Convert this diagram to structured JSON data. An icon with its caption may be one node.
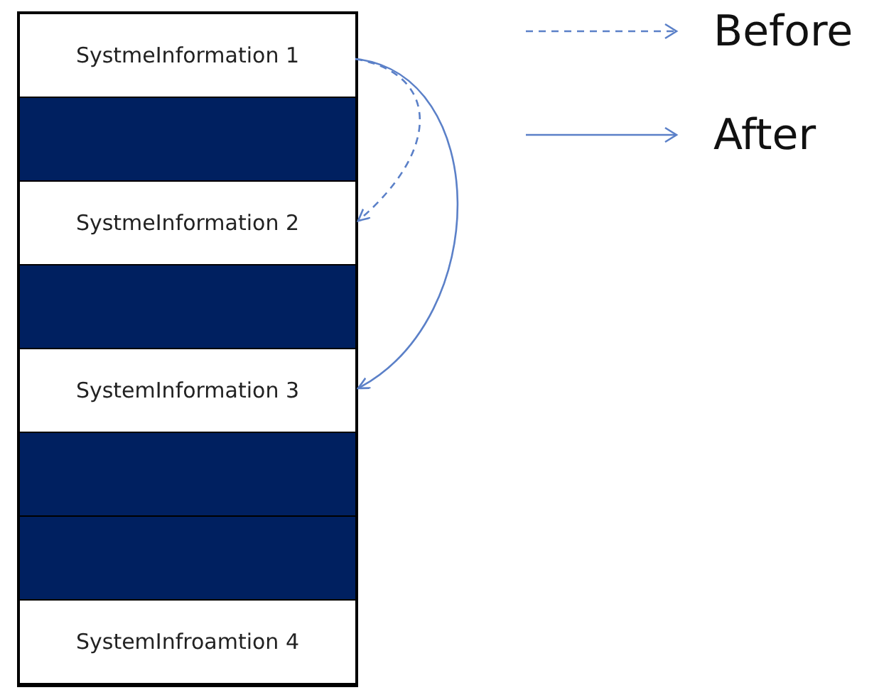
{
  "diagram": {
    "nodes": [
      {
        "text": [
          "SystmeInformation 1"
        ]
      },
      {
        "text": [],
        "shape": "box"
      },
      {
        "text": [
          "SystmeInformation 2"
        ]
      },
      {
        "text": [],
        "shape": "box"
      },
      {
        "text": [
          "SystemInformation 3"
        ]
      },
      {
        "text": [],
        "shape": "box"
      },
      {
        "text": [],
        "shape": "box"
      },
      {
        "text": [
          "SystemInfroamtion 4"
        ]
      }
    ],
    "edges": [
      {
        "from": 0,
        "to": 2,
        "arrow": "to",
        "style": "dashed"
      },
      {
        "from": 0,
        "to": 4,
        "arrow": "to"
      }
    ],
    "legend": [
      {
        "text": "Before"
      },
      {
        "text": "After"
      }
    ]
  }
}
